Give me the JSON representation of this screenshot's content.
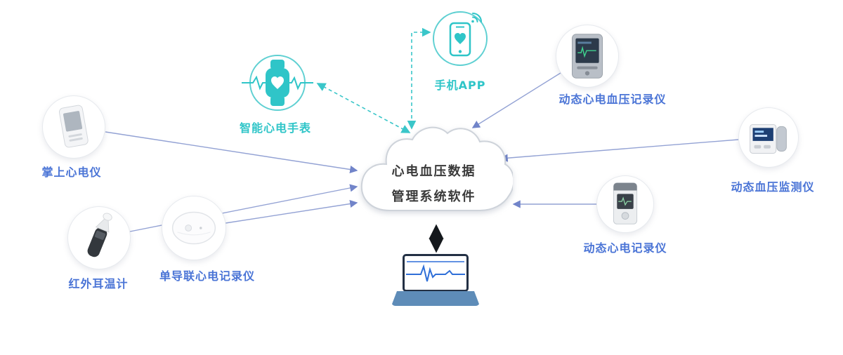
{
  "cloud": {
    "title_line1": "心电血压数据",
    "title_line2": "管理系统软件"
  },
  "nodes": {
    "phone_app": {
      "label": "手机APP"
    },
    "smartwatch": {
      "label": "智能心电手表"
    },
    "handheld_ecg": {
      "label": "掌上心电仪"
    },
    "ear_thermometer": {
      "label": "红外耳温计"
    },
    "ecg_patch": {
      "label": "单导联心电记录仪"
    },
    "abp_ecg_recorder": {
      "label": "动态心电血压记录仪"
    },
    "abp_monitor": {
      "label": "动态血压监测仪"
    },
    "holter_recorder": {
      "label": "动态心电记录仪"
    }
  },
  "colors": {
    "teal_accent": "#2fc5c8",
    "blue_label": "#4a74d6",
    "connector_line": "#93a2d4",
    "double_arrow": "#14181c"
  }
}
